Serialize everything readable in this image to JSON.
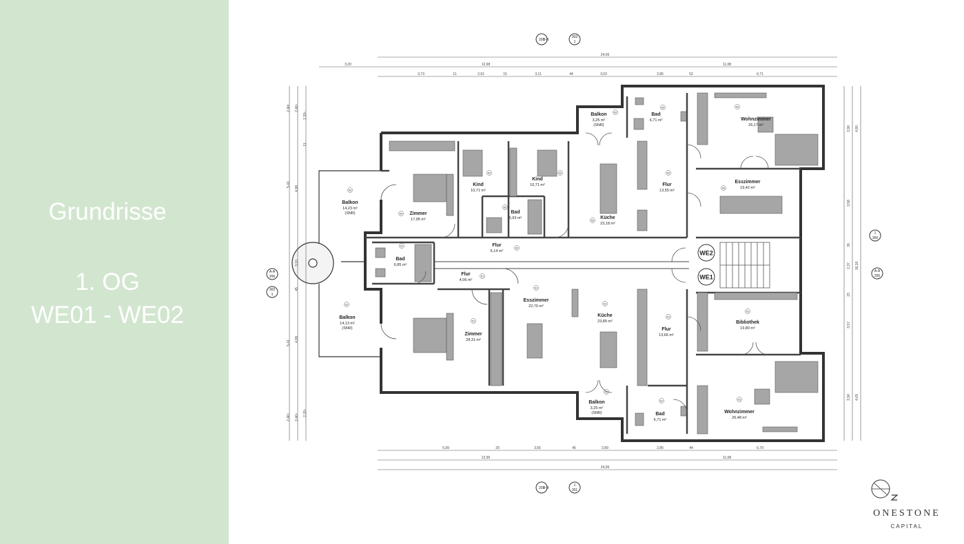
{
  "sidebar": {
    "title": "Grundrisse",
    "floor": "1. OG",
    "units": "WE01 - WE02",
    "color": "#d2e6cf"
  },
  "plan": {
    "rooms": [
      {
        "name": "Balkon",
        "area": "14,23 m²",
        "note": "(SNR)",
        "tag": "02"
      },
      {
        "name": "Zimmer",
        "area": "17,95 m²",
        "tag": "02"
      },
      {
        "name": "Kind",
        "area": "10,71 m²",
        "tag": "02"
      },
      {
        "name": "Kind",
        "area": "10,71 m²",
        "tag": "02"
      },
      {
        "name": "Bad",
        "area": "5,93 m²",
        "tag": "02"
      },
      {
        "name": "Balkon",
        "area": "3,25 m²",
        "note": "(SNR)",
        "tag": "02"
      },
      {
        "name": "Bad",
        "area": "6,71 m²",
        "tag": "02"
      },
      {
        "name": "Wohnzimmer",
        "area": "26,17 m²",
        "tag": "02"
      },
      {
        "name": "Küche",
        "area": "23,18 m²",
        "tag": "02"
      },
      {
        "name": "Flur",
        "area": "13,55 m²",
        "tag": "02"
      },
      {
        "name": "Esszimmer",
        "area": "19,42 m²",
        "tag": "02"
      },
      {
        "name": "Bad",
        "area": "6,85 m²",
        "tag": "01"
      },
      {
        "name": "Flur",
        "area": "6,14 m²",
        "tag": "02"
      },
      {
        "name": "Flur",
        "area": "4,06 m²",
        "tag": "01"
      },
      {
        "name": "Balkon",
        "area": "14,13 m²",
        "note": "(SNR)",
        "tag": "01"
      },
      {
        "name": "Zimmer",
        "area": "28,31 m²",
        "tag": "01"
      },
      {
        "name": "Esszimmer",
        "area": "22,70 m²",
        "tag": "01"
      },
      {
        "name": "Küche",
        "area": "23,85 m²",
        "tag": "01"
      },
      {
        "name": "Flur",
        "area": "13,66 m²",
        "tag": "01"
      },
      {
        "name": "Bibliothek",
        "area": "19,80 m²",
        "tag": "01"
      },
      {
        "name": "Wohnzimmer",
        "area": "26,48 m²",
        "tag": "01"
      },
      {
        "name": "Balkon",
        "area": "3,25 m²",
        "note": "(SNR)",
        "tag": "01"
      },
      {
        "name": "Bad",
        "area": "6,71 m²",
        "tag": "01"
      }
    ],
    "units": [
      "WE2",
      "WE1"
    ],
    "section_marks": {
      "top_left": [
        "201",
        "B-B"
      ],
      "top_right": [
        "303",
        "1"
      ],
      "bottom_left": [
        "201",
        "B-B"
      ],
      "bottom_right": [
        "1",
        "301"
      ],
      "left_top": [
        "A-A",
        "200"
      ],
      "left_bottom": [
        "302",
        "1"
      ],
      "right_top": [
        "1",
        "300"
      ],
      "right_mid": [
        "A-A",
        "200"
      ]
    },
    "dims_top_total": "24,06",
    "dims_top_mid": [
      "3,20",
      "12,98",
      "11,08"
    ],
    "dims_top_detail": [
      "3,73",
      "11",
      "2,91",
      "15",
      "3,11",
      "44",
      "3,03",
      "2,85",
      "52",
      "6,71"
    ],
    "dims_bottom_detail": [
      "5,99",
      "20",
      "3,55",
      "45",
      "2,89",
      "2,85",
      "44",
      "6,79"
    ],
    "dims_bottom_mid": [
      "12,96",
      "11,08"
    ],
    "dims_bottom_total": "24,06",
    "dims_left": [
      "2,40⁵",
      "2,40⁵",
      "2,33⁵",
      "5,41",
      "4,98",
      "3,10",
      "45",
      "4,99",
      "5,41",
      "2,40⁵",
      "2,40⁵",
      "2,33⁵"
    ],
    "dims_right": [
      "3,90",
      "4,80",
      "3,58",
      "30",
      "2,37",
      "16,16",
      "23",
      "3,57",
      "3,90",
      "4,65"
    ],
    "dims_right_small": [
      "11"
    ]
  },
  "logo": {
    "name": "ONESTONE",
    "sub": "CAPITAL"
  },
  "colors": {
    "wall": "#333333",
    "furniture": "#a6a6a6",
    "accent": "#d2e6cf"
  }
}
